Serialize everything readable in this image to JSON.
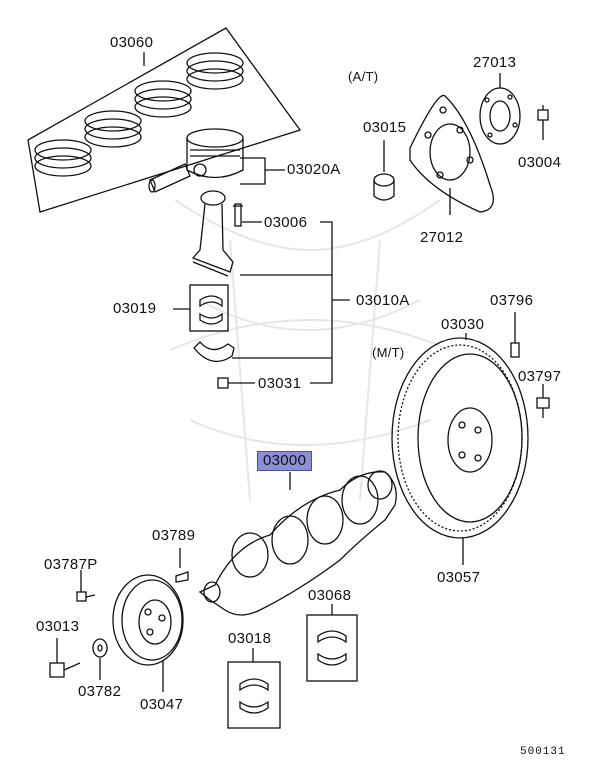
{
  "diagram": {
    "parts": {
      "p03060": "03060",
      "p03020a": "03020A",
      "p03006": "03006",
      "p03019": "03019",
      "p03010a": "03010A",
      "p03031": "03031",
      "p03000": "03000",
      "p03789": "03789",
      "p03787p": "03787P",
      "p03013": "03013",
      "p03782": "03782",
      "p03047": "03047",
      "p03018": "03018",
      "p03068": "03068",
      "p03057": "03057",
      "p03030": "03030",
      "p03796": "03796",
      "p03797": "03797",
      "p03015": "03015",
      "p27013": "27013",
      "p03004": "03004",
      "p27012": "27012"
    },
    "variants": {
      "at": "(A/T)",
      "mt": "(M/T)"
    },
    "highlighted_part": "03000",
    "reference_code": "500131",
    "colors": {
      "highlight": "#8a8fd6",
      "line": "#111111"
    }
  }
}
